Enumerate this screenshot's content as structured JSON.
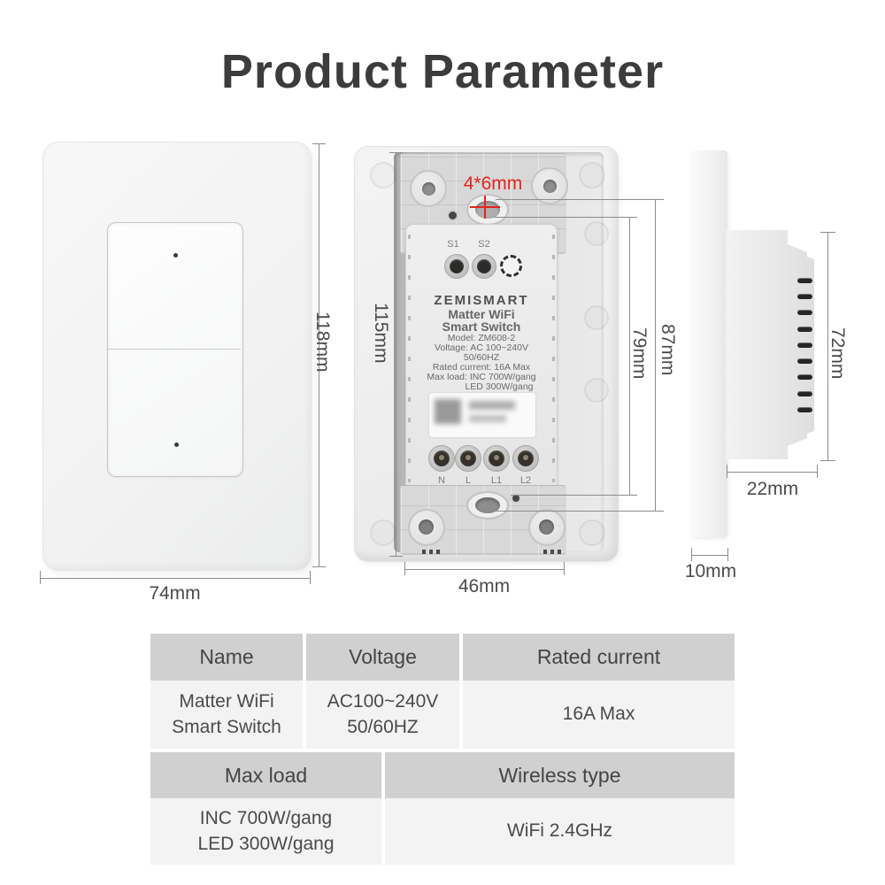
{
  "title": "Product Parameter",
  "colors": {
    "annotation_red": "#e3251f",
    "dimension_line": "#8c8c8c",
    "table_header_bg": "#d0d0d0",
    "table_value_bg": "#f3f3f3"
  },
  "front_view": {
    "height_dim": "118mm",
    "width_dim": "74mm"
  },
  "back_view": {
    "screw_annotation": "4*6mm",
    "top_terminals": [
      "S1",
      "S2"
    ],
    "bottom_terminals": [
      "N",
      "L",
      "L1",
      "L2"
    ],
    "label": {
      "brand": "ZEMISMART",
      "product_line1": "Matter WiFi",
      "product_line2": "Smart Switch",
      "model": "Model: ZM608-2",
      "voltage": "Voltage: AC 100~240V",
      "frequency": "50/60HZ",
      "rated_current": "Rated current: 16A Max",
      "max_load_line1": "Max load: INC 700W/gang",
      "max_load_line2": "LED 300W/gang"
    },
    "height_dim": "115mm",
    "inner_height_dim": "79mm",
    "outer_height_dim": "87mm",
    "bracket_width_dim": "46mm"
  },
  "side_view": {
    "body_height_dim": "72mm",
    "body_depth_dim": "22mm",
    "plate_thickness_dim": "10mm"
  },
  "spec_table": {
    "row1_headers": [
      "Name",
      "Voltage",
      "Rated current"
    ],
    "row1_values": {
      "name_line1": "Matter WiFi",
      "name_line2": "Smart Switch",
      "voltage_line1": "AC100~240V",
      "voltage_line2": "50/60HZ",
      "rated_current": "16A Max"
    },
    "row2_headers": [
      "Max load",
      "Wireless type"
    ],
    "row2_values": {
      "max_load_line1": "INC 700W/gang",
      "max_load_line2": "LED 300W/gang",
      "wireless_type": "WiFi 2.4GHz"
    }
  }
}
